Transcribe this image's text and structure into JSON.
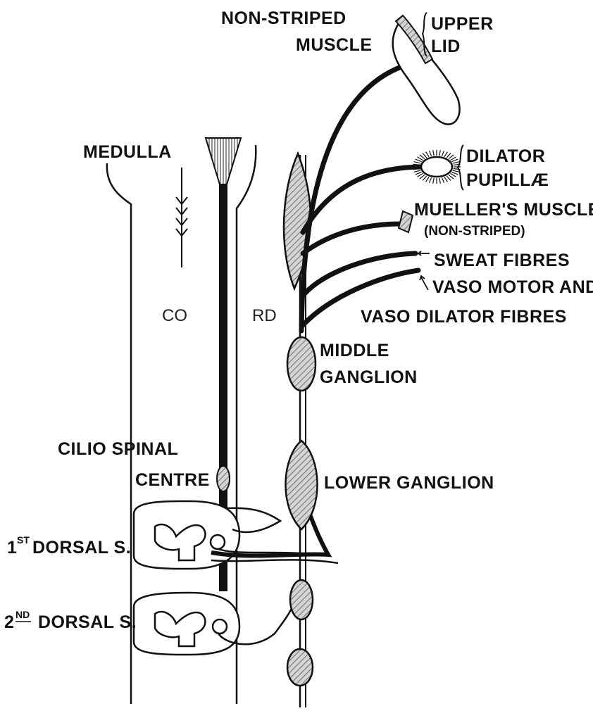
{
  "labels": {
    "nonstriped_1": "NON-STRIPED",
    "nonstriped_2": "MUSCLE",
    "upper_1": "UPPER",
    "upper_2": "LID",
    "medulla": "MEDULLA",
    "dilator_1": "DILATOR",
    "dilator_2": "PUPILLÆ",
    "mueller_1": "MUELLER'S MUSCLE",
    "mueller_2": "(NON-STRIPED)",
    "sweat": "SWEAT FIBRES",
    "vaso_1": "VASO MOTOR AND",
    "vaso_2": "VASO DILATOR FIBRES",
    "cord_1": "CO",
    "cord_2": "RD",
    "middle_1": "MIDDLE",
    "middle_2": "GANGLION",
    "cilio_1": "CILIO SPINAL",
    "cilio_2": "CENTRE",
    "lower": "LOWER GANGLION",
    "dorsal1_num": "1",
    "dorsal1_sup": "ST",
    "dorsal1_text": "DORSAL S.",
    "dorsal2_num": "2",
    "dorsal2_sup": "ND",
    "dorsal2_text": "DORSAL S."
  },
  "colors": {
    "ink": "#111111",
    "ganglion_fill": "#b8b8b8",
    "background": "#ffffff"
  }
}
